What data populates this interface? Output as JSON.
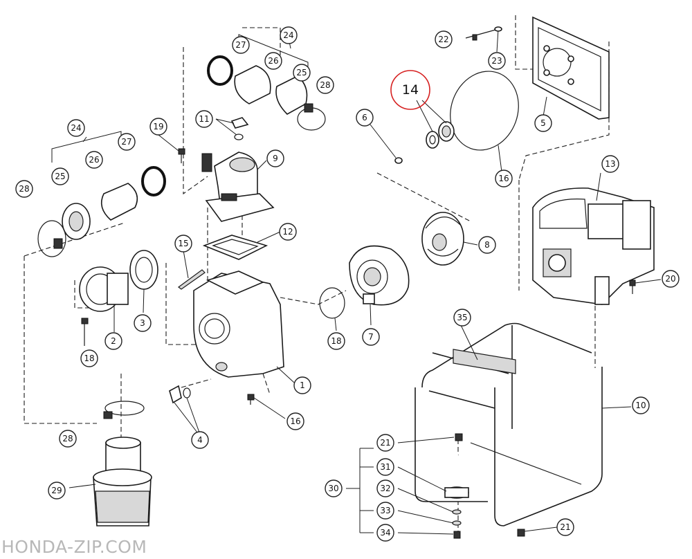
{
  "watermark": "HONDA-ZIP.COM",
  "highlight": {
    "label": "14",
    "color": "#d62020"
  },
  "callouts": [
    {
      "label": "22"
    },
    {
      "label": "23"
    },
    {
      "label": "24"
    },
    {
      "label": "27"
    },
    {
      "label": "26"
    },
    {
      "label": "25"
    },
    {
      "label": "28"
    },
    {
      "label": "11"
    },
    {
      "label": "19"
    },
    {
      "label": "9"
    },
    {
      "label": "24"
    },
    {
      "label": "27"
    },
    {
      "label": "26"
    },
    {
      "label": "25"
    },
    {
      "label": "28"
    },
    {
      "label": "6"
    },
    {
      "label": "5"
    },
    {
      "label": "16"
    },
    {
      "label": "13"
    },
    {
      "label": "12"
    },
    {
      "label": "15"
    },
    {
      "label": "8"
    },
    {
      "label": "3"
    },
    {
      "label": "2"
    },
    {
      "label": "18"
    },
    {
      "label": "18"
    },
    {
      "label": "7"
    },
    {
      "label": "20"
    },
    {
      "label": "35"
    },
    {
      "label": "1"
    },
    {
      "label": "10"
    },
    {
      "label": "16"
    },
    {
      "label": "4"
    },
    {
      "label": "28"
    },
    {
      "label": "21"
    },
    {
      "label": "31"
    },
    {
      "label": "30"
    },
    {
      "label": "32"
    },
    {
      "label": "29"
    },
    {
      "label": "33"
    },
    {
      "label": "34"
    },
    {
      "label": "21"
    }
  ]
}
